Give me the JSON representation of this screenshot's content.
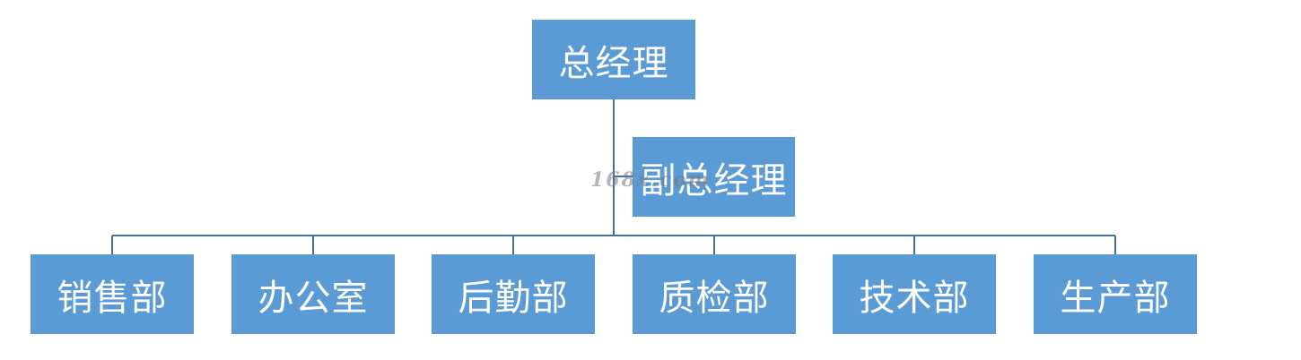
{
  "org_chart": {
    "top": {
      "label": "总经理"
    },
    "assistant": {
      "label": "副总经理"
    },
    "departments": [
      {
        "label": "销售部"
      },
      {
        "label": "办公室"
      },
      {
        "label": "后勤部"
      },
      {
        "label": "质检部"
      },
      {
        "label": "技术部"
      },
      {
        "label": "生产部"
      }
    ]
  },
  "watermark": "168x.com",
  "colors": {
    "box_fill": "#5b9bd5",
    "box_text": "#ffffff",
    "connector": "#41719c"
  }
}
